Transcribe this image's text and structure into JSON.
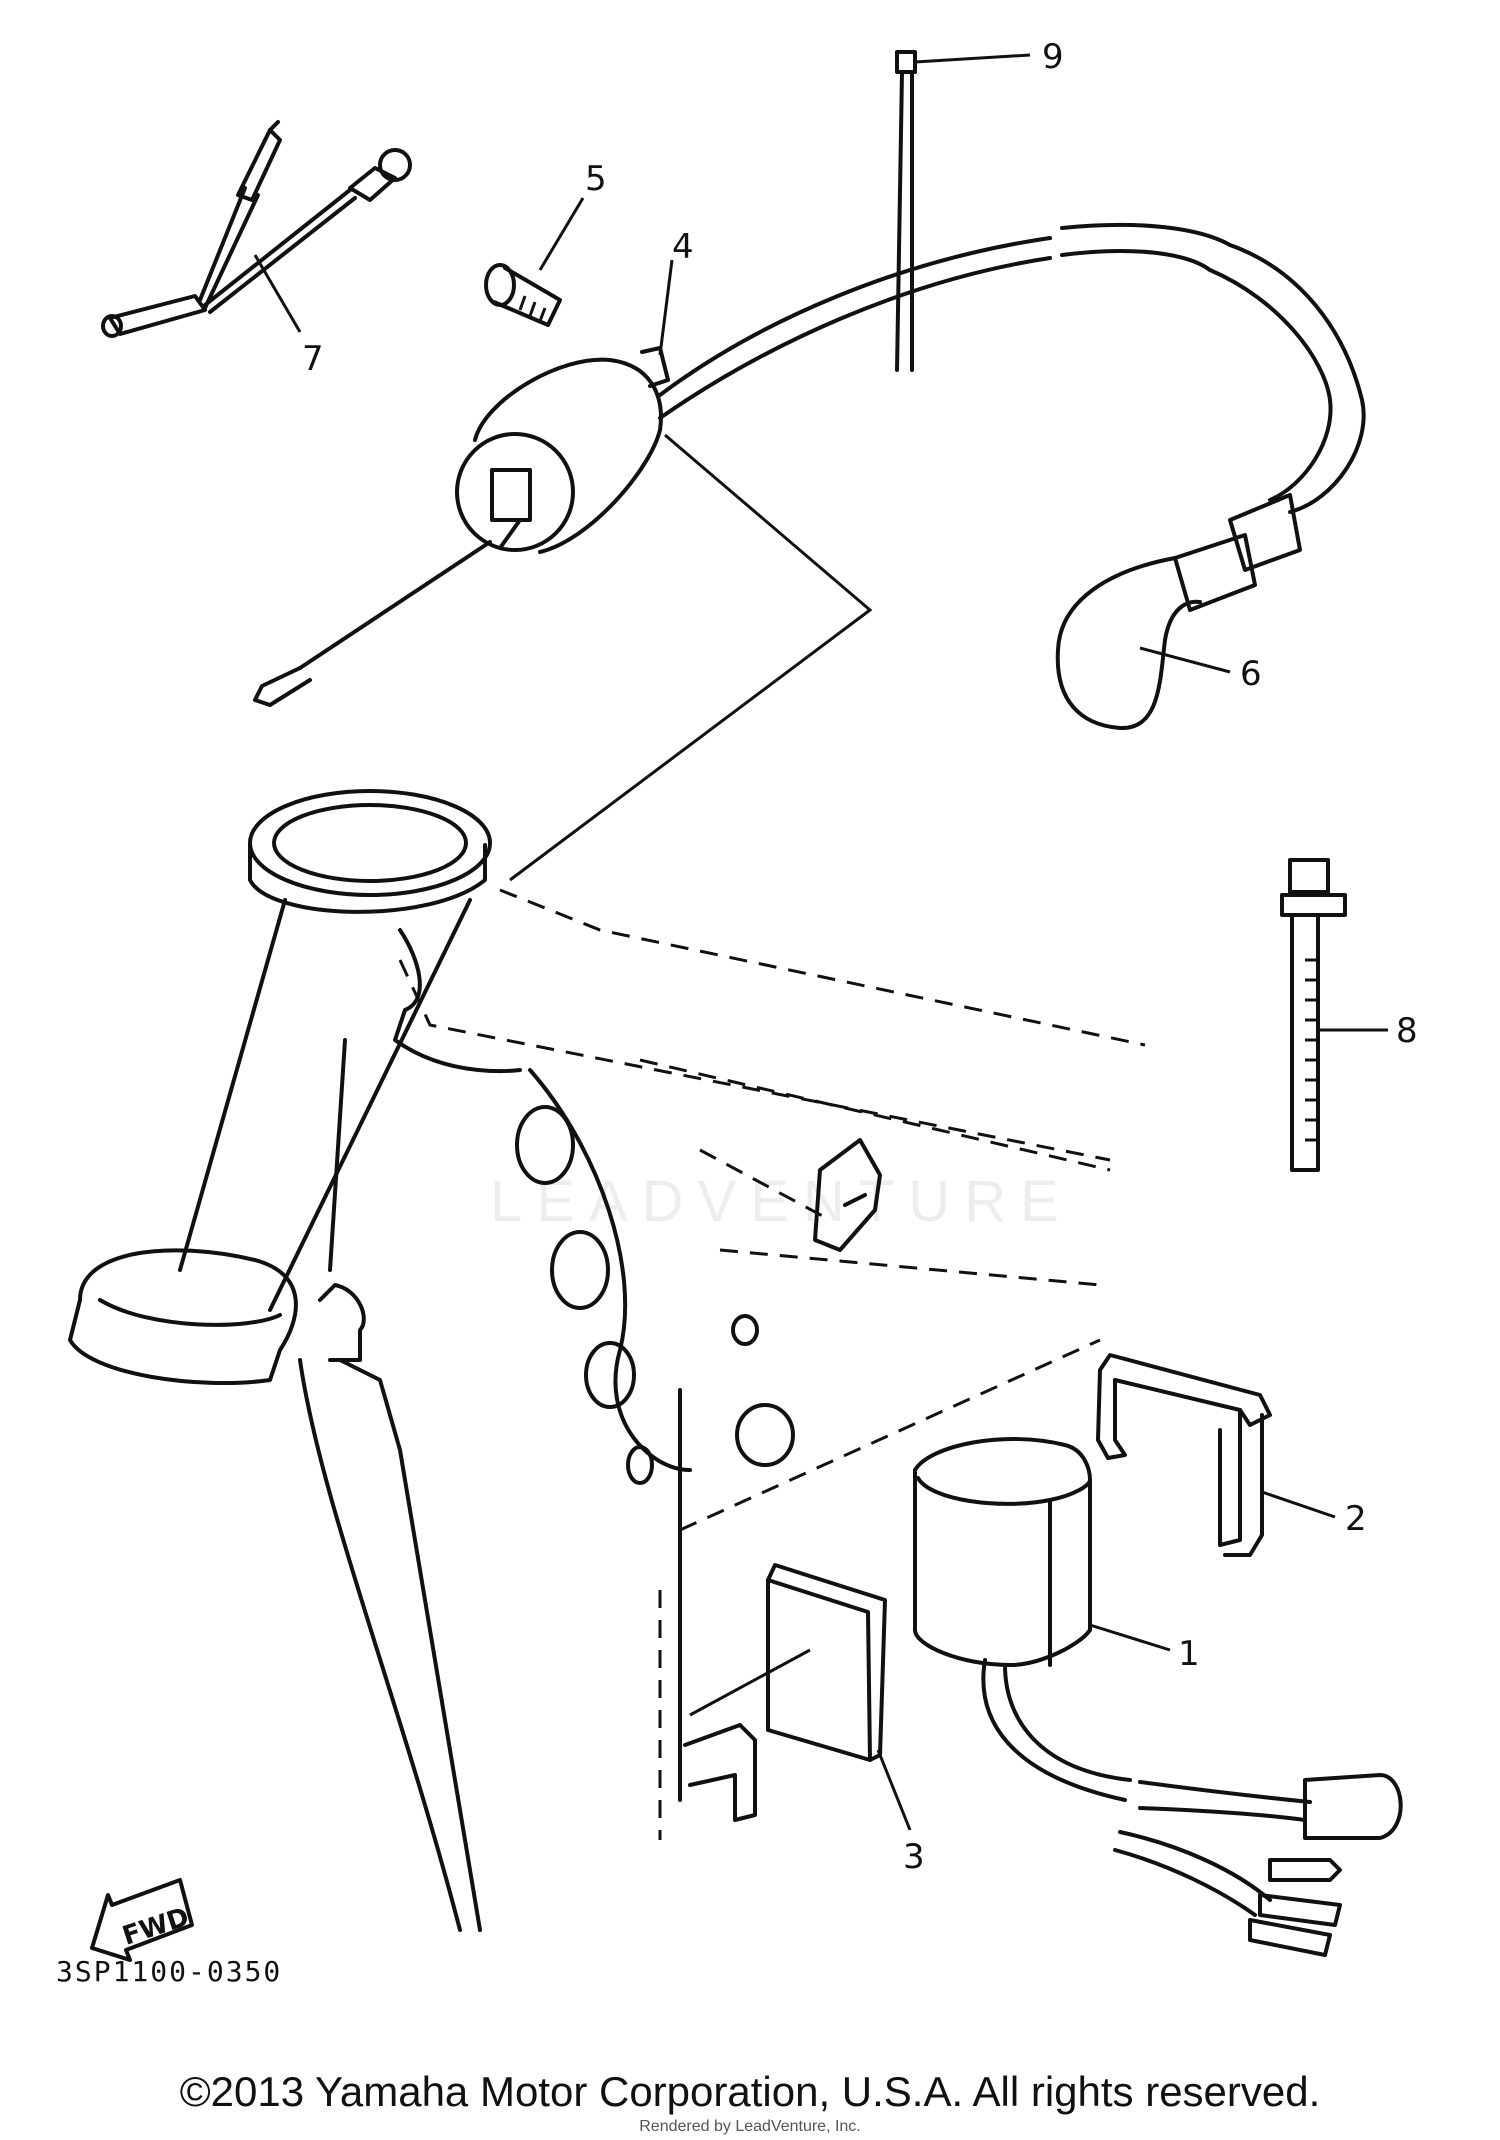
{
  "diagram": {
    "callouts": [
      {
        "id": "1",
        "label": "1"
      },
      {
        "id": "2",
        "label": "2"
      },
      {
        "id": "3",
        "label": "3"
      },
      {
        "id": "4",
        "label": "4"
      },
      {
        "id": "5",
        "label": "5"
      },
      {
        "id": "6",
        "label": "6"
      },
      {
        "id": "7",
        "label": "7"
      },
      {
        "id": "8",
        "label": "8"
      },
      {
        "id": "9",
        "label": "9"
      }
    ],
    "fwd_label": "FWD",
    "drawing_code": "3SP1100-0350"
  },
  "footer": {
    "copyright": "©2013 Yamaha Motor Corporation, U.S.A. All rights reserved.",
    "rendered_by": "Rendered by LeadVenture, Inc."
  },
  "watermark": {
    "text": "LEADVENTURE"
  }
}
